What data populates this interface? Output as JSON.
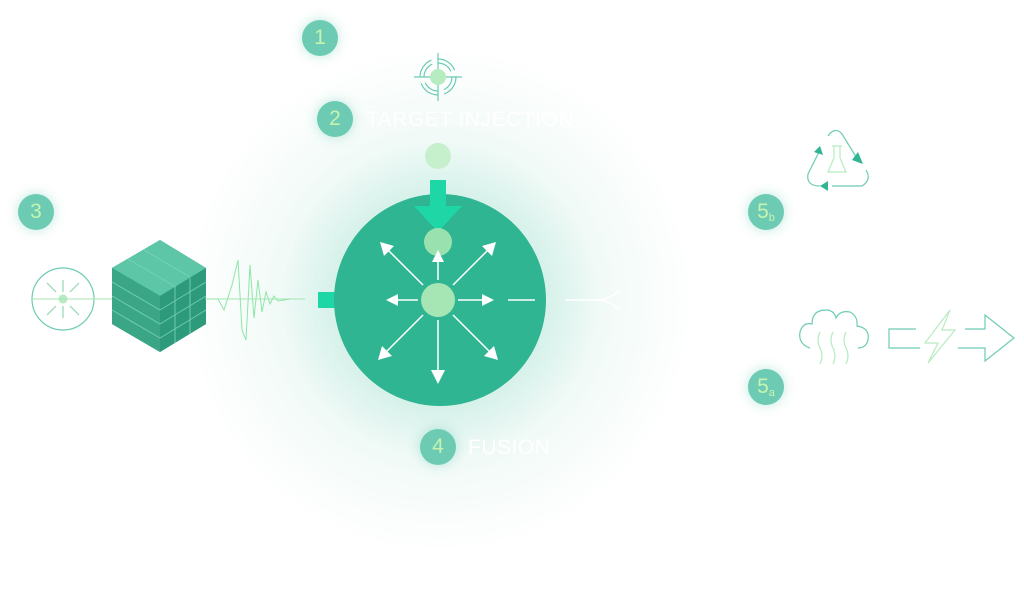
{
  "steps": [
    {
      "number": "1",
      "sub": ""
    },
    {
      "number": "2",
      "sub": "",
      "label": "TARGET INJECTION"
    },
    {
      "number": "3",
      "sub": ""
    },
    {
      "number": "4",
      "sub": "",
      "label": "FUSION"
    },
    {
      "number": "5",
      "sub": "b"
    },
    {
      "number": "5",
      "sub": "a"
    }
  ],
  "icons": [
    "target-crosshair-icon",
    "laser-icon",
    "laser-crystal-block-icon",
    "shockwave-icon",
    "reactor-chamber-icon",
    "recycle-flask-icon",
    "steam-cloud-icon",
    "electricity-arrow-icon"
  ],
  "colors": {
    "badge": "#6dcbb4",
    "badge_text": "#c6f3b0",
    "chamber": "#2fb592",
    "arrow": "#1ed6a6",
    "pellet": "#a6e5b4",
    "line": "#7fd6bb"
  }
}
